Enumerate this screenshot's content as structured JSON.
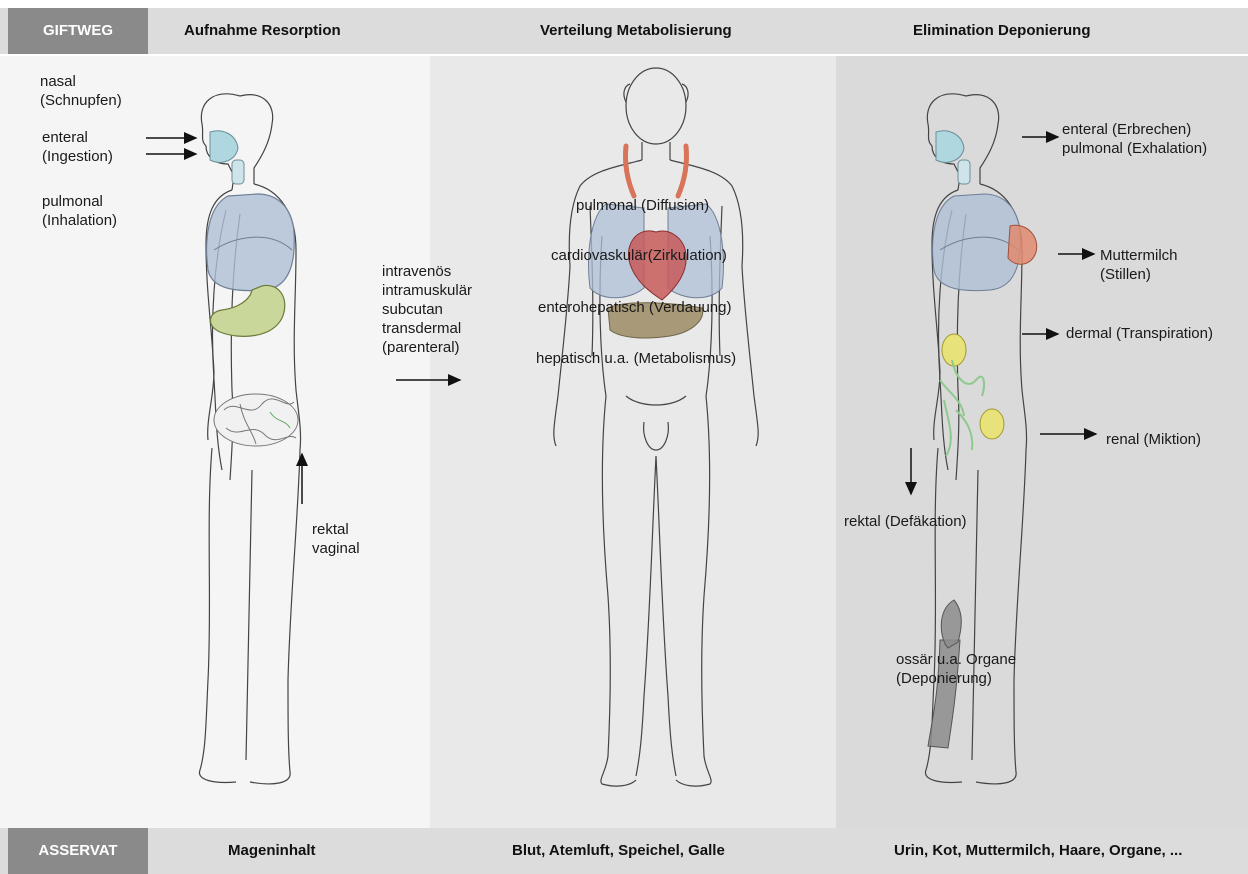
{
  "header": {
    "tag": "GIFTWEG",
    "col1": "Aufnahme   Resorption",
    "col2": "Verteilung   Metabolisierung",
    "col3": "Elimination  Deponierung"
  },
  "footer": {
    "tag": "ASSERVAT",
    "col1": "Mageninhalt",
    "col2": "Blut, Atemluft, Speichel, Galle",
    "col3": "Urin, Kot, Muttermilch, Haare, Organe, ..."
  },
  "uptake": {
    "nasal": "nasal",
    "nasal_note": "(Schnupfen)",
    "enteral": "enteral",
    "enteral_note": "(Ingestion)",
    "pulmonal": "pulmonal",
    "pulmonal_note": "(Inhalation)",
    "rektal": "rektal",
    "vaginal": "vaginal",
    "parenteral": [
      "intravenös",
      "intramuskulär",
      "subcutan",
      "transdermal",
      "(parenteral)"
    ]
  },
  "distribution": {
    "pulmonal": "pulmonal (Diffusion)",
    "cardio": "cardiovaskulär(Zirkulation)",
    "entero": "enterohepatisch (Verdauung)",
    "hepatisch": "hepatisch u.a. (Metabolismus)"
  },
  "elimination": {
    "enteral": "enteral (Erbrechen)",
    "pulmonal": "pulmonal (Exhalation)",
    "milk": "Muttermilch",
    "milk_note": "(Stillen)",
    "dermal": "dermal (Transpiration)",
    "renal": "renal (Miktion)",
    "rektal": "rektal (Defäkation)",
    "bone": "ossär u.a. Organe",
    "bone_note": "(Deponierung)"
  },
  "colors": {
    "lung": "#aebfd6",
    "stomach": "#c9d89a",
    "vessels": "#d9735a",
    "liver": "#a89a78",
    "heart": "#c75b5b",
    "gland": "#e8e27a",
    "lymph": "#8ec98e",
    "bone": "#8c8c8c",
    "breast": "#e08a6e"
  },
  "icons": [
    "arrow-right-icon",
    "arrow-up-icon",
    "arrow-down-icon"
  ]
}
